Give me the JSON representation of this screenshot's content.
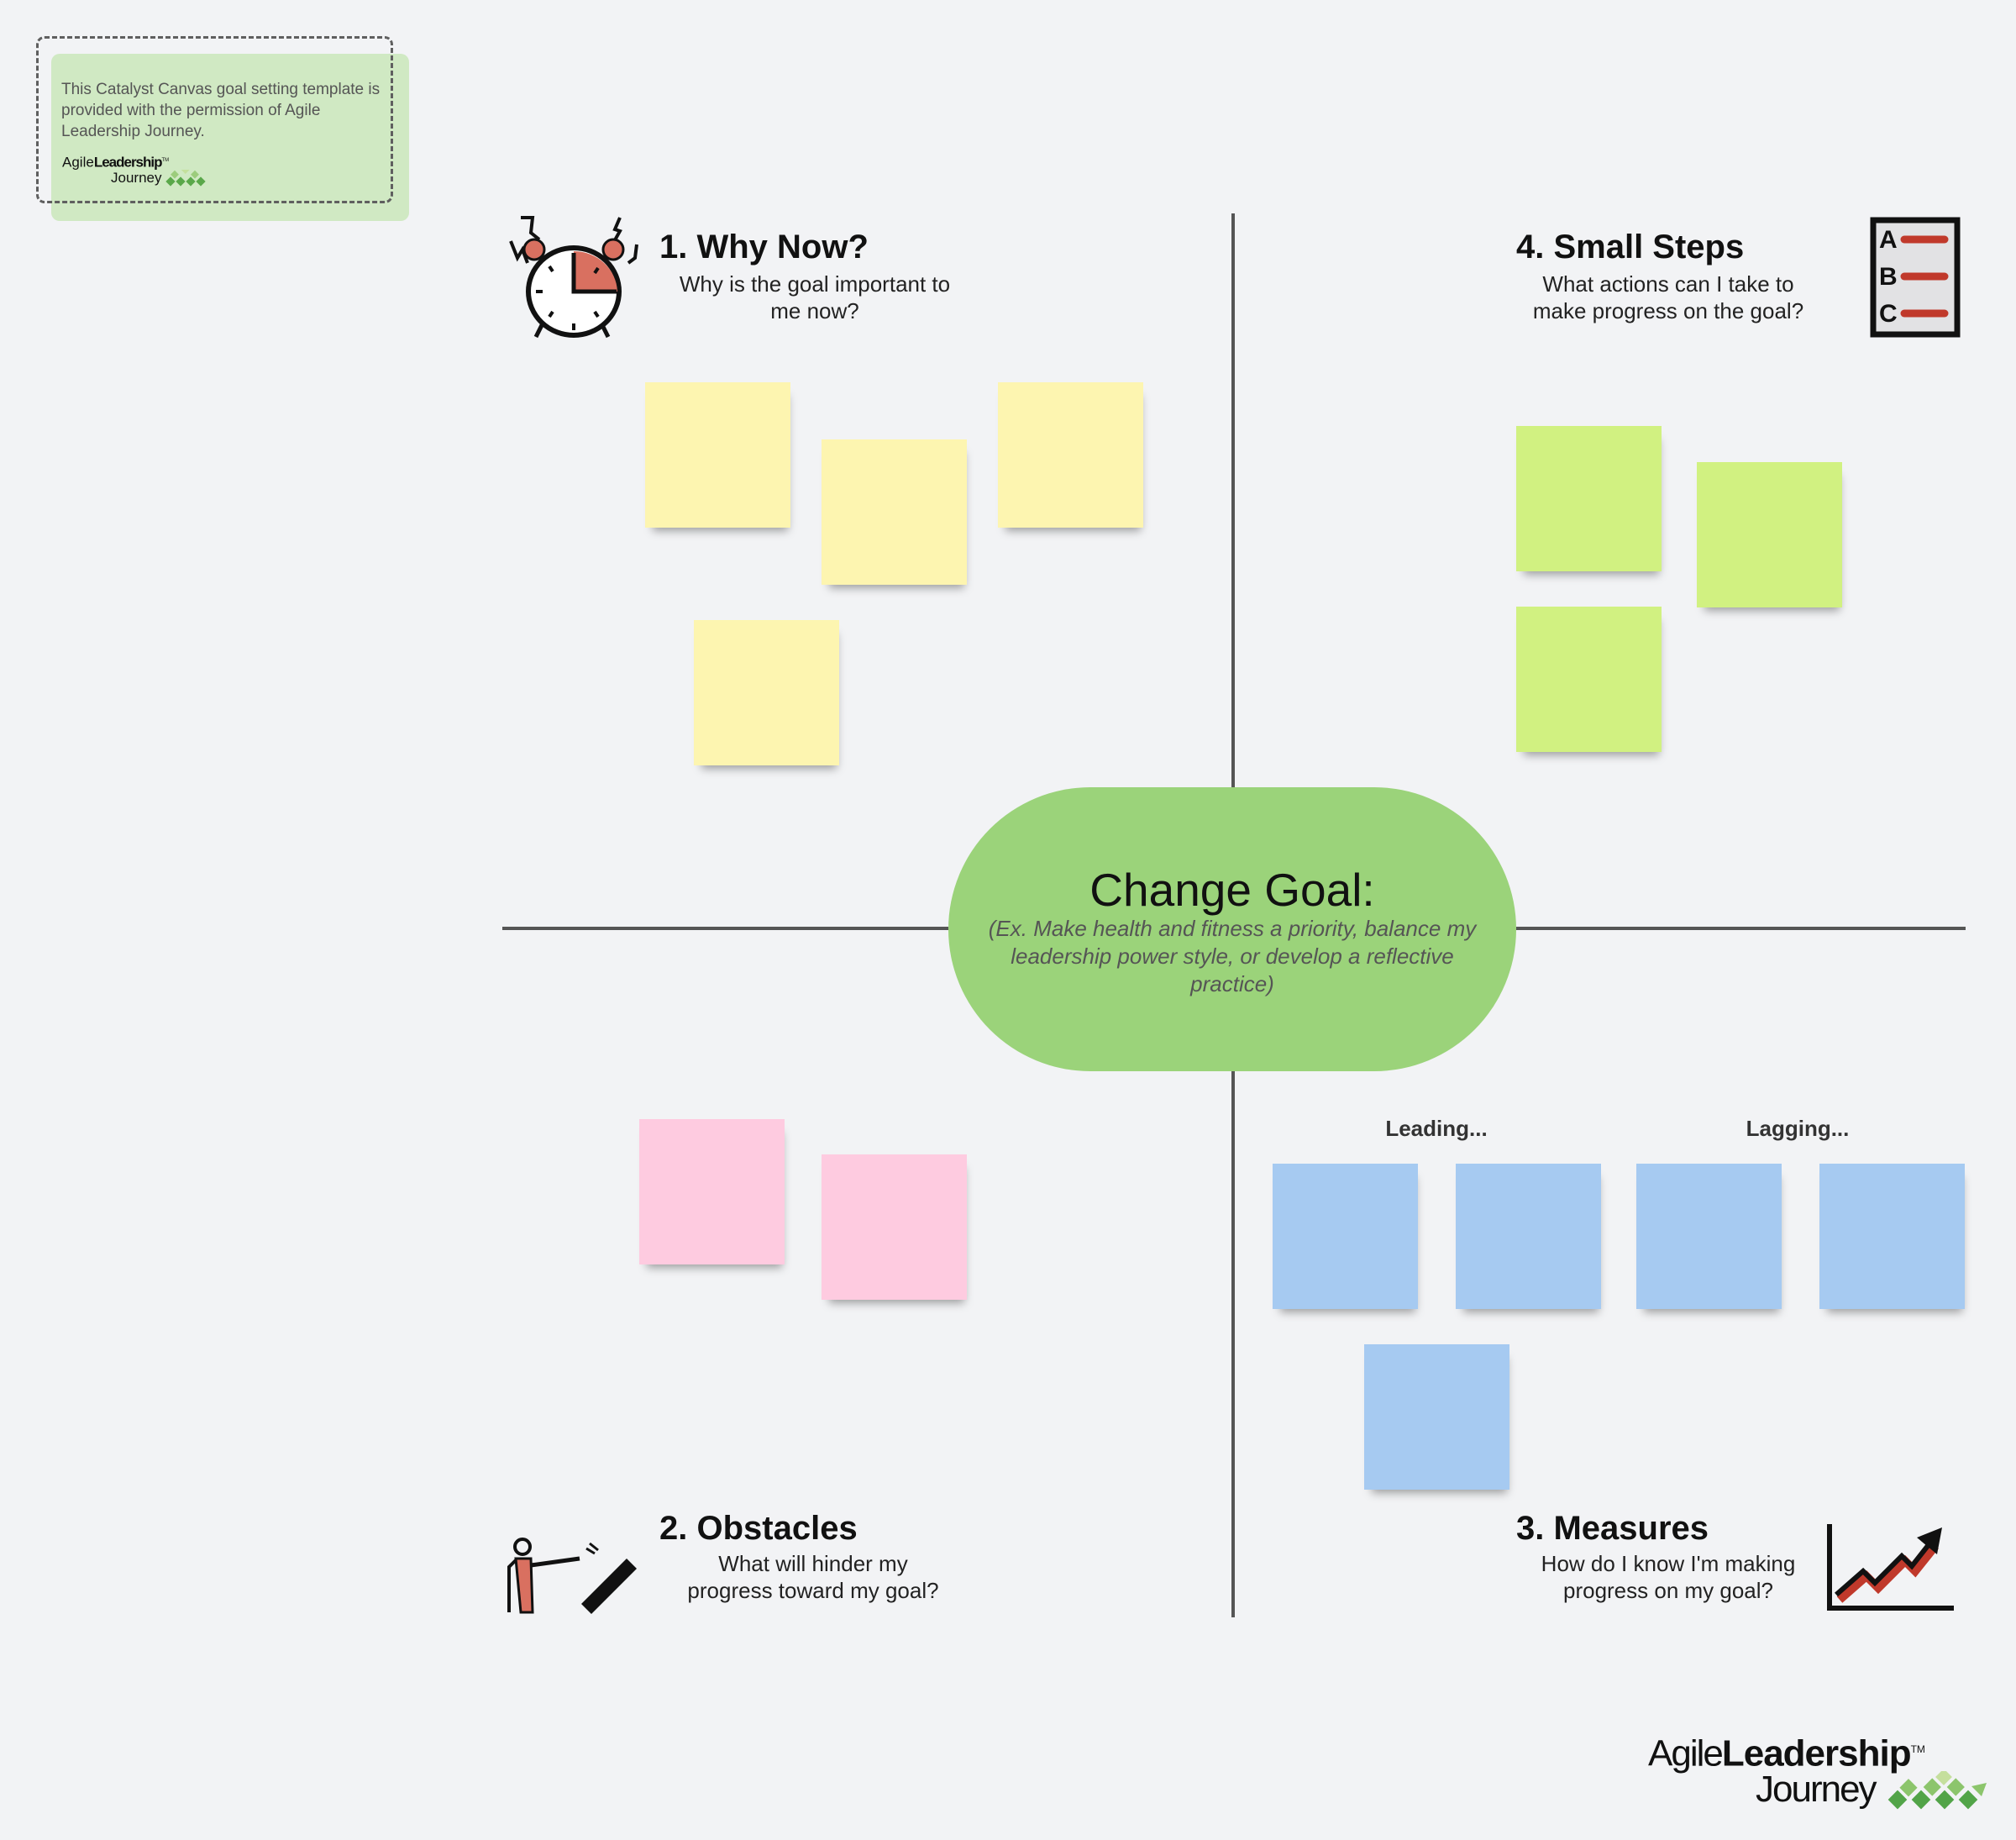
{
  "info_note": {
    "text": "This Catalyst Canvas goal setting template is provided with the permission of Agile Leadership Journey.",
    "logo": {
      "agile": "Agile",
      "leadership": "Leadership",
      "journey": "Journey",
      "tm": "TM"
    }
  },
  "center": {
    "title": "Change Goal:",
    "description": "(Ex. Make health and fitness a priority, balance my leadership power style, or develop a reflective practice)"
  },
  "quadrants": {
    "why_now": {
      "title": "1. Why Now?",
      "subtitle_line1": "Why is the goal important to",
      "subtitle_line2": "me now?",
      "icon": "alarm-clock-icon"
    },
    "obstacles": {
      "title": "2. Obstacles",
      "subtitle_line1": "What will hinder my",
      "subtitle_line2": "progress toward my goal?",
      "icon": "person-pushing-obstacle-icon"
    },
    "measures": {
      "title": "3. Measures",
      "subtitle_line1": "How do I know I'm making",
      "subtitle_line2": "progress on my goal?",
      "icon": "rising-chart-icon",
      "leading_label": "Leading...",
      "lagging_label": "Lagging..."
    },
    "small_steps": {
      "title": "4. Small Steps",
      "subtitle_line1": "What actions can I take to",
      "subtitle_line2": "make progress on the goal?",
      "icon": "abc-checklist-icon"
    }
  },
  "colors": {
    "yellow_sticky": "#fdf5b0",
    "green_sticky": "#d1f181",
    "pink_sticky": "#fecbe0",
    "blue_sticky": "#a6caf1",
    "goal_oval": "#9bd37a",
    "note": "#d3e9c6"
  },
  "footer_logo": {
    "agile": "Agile",
    "leadership": "Leadership",
    "journey": "Journey",
    "tm": "TM"
  }
}
